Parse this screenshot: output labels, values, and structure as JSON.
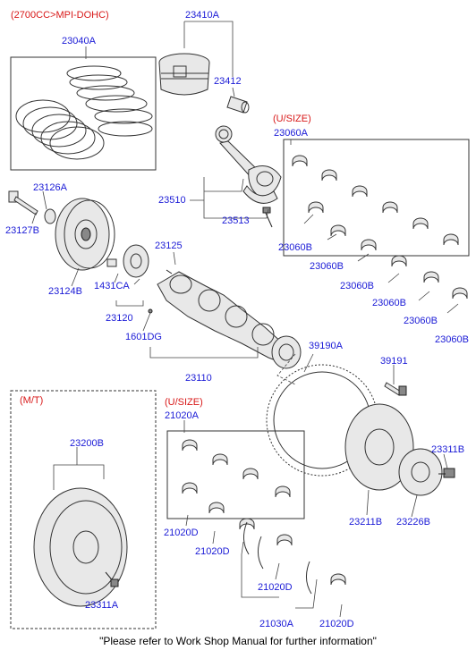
{
  "notes": {
    "engine": "(2700CC>MPI-DOHC)",
    "usize_upper": "(U/SIZE)",
    "usize_lower": "(U/SIZE)",
    "mt": "(M/T)"
  },
  "parts": {
    "p23410A": "23410A",
    "p23040A": "23040A",
    "p23412": "23412",
    "p23060A": "23060A",
    "p23126A": "23126A",
    "p23127B": "23127B",
    "p23510": "23510",
    "p23513": "23513",
    "p23060B_1": "23060B",
    "p23060B_2": "23060B",
    "p23060B_3": "23060B",
    "p23060B_4": "23060B",
    "p23060B_5": "23060B",
    "p23060B_6": "23060B",
    "p23125": "23125",
    "p23124B": "23124B",
    "p1431CA": "1431CA",
    "p23120": "23120",
    "p1601DG": "1601DG",
    "p39190A": "39190A",
    "p39191": "39191",
    "p23110": "23110",
    "p21020A": "21020A",
    "p23200B": "23200B",
    "p23311B": "23311B",
    "p23211B": "23211B",
    "p23226B": "23226B",
    "p21020D_1": "21020D",
    "p21020D_2": "21020D",
    "p21020D_3": "21020D",
    "p21020D_4": "21020D",
    "p23311A": "23311A",
    "p21030A": "21030A"
  },
  "footer": "\"Please refer to Work Shop Manual for further information\"",
  "colors": {
    "part_number": "#1a1ad6",
    "note": "#d81818"
  }
}
